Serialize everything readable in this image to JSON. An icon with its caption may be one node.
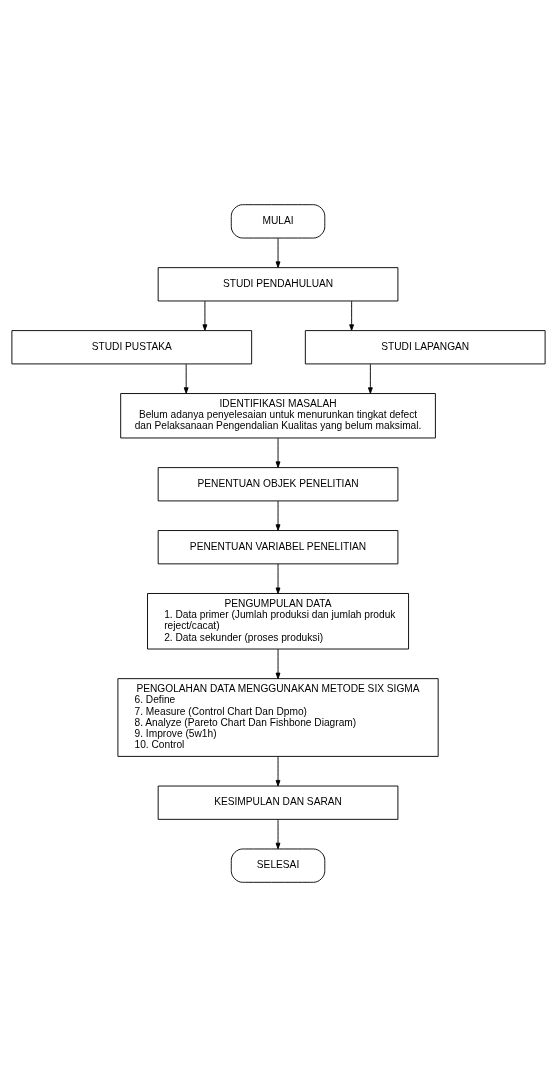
{
  "diagram": {
    "nodes": [
      {
        "text": [
          "MULAI"
        ]
      },
      {
        "text": [
          "STUDI PENDAHULUAN"
        ]
      },
      {
        "text": [
          "STUDI PUSTAKA"
        ]
      },
      {
        "text": [
          "STUDI LAPANGAN"
        ]
      },
      {
        "text": [
          "IDENTIFIKASI MASALAH",
          "Belum adanya penyelesaian untuk menurunkan tingkat defect dan Pelaksanaan Pengendalian Kualitas yang belum maksimal."
        ]
      },
      {
        "text": [
          "PENENTUAN OBJEK PENELITIAN"
        ]
      },
      {
        "text": [
          "PENENTUAN VARIABEL PENELITIAN"
        ]
      },
      {
        "text": [
          "PENGUMPULAN DATA",
          "1. Data primer (Jumlah produksi dan jumlah produk reject/cacat)",
          "2. Data sekunder (proses produksi)"
        ]
      },
      {
        "text": [
          "PENGOLAHAN DATA MENGGUNAKAN METODE SIX SIGMA",
          "6. Define",
          "7. Measure (Control Chart Dan Dpmo)",
          "8. Analyze (Pareto Chart Dan Fishbone Diagram)",
          "9. Improve (5w1h)",
          "10. Control"
        ]
      },
      {
        "text": [
          "KESIMPULAN DAN SARAN"
        ]
      },
      {
        "text": [
          "SELESAI"
        ]
      }
    ],
    "edges": [
      {
        "from": 0,
        "to": 1,
        "arrow": "to"
      },
      {
        "from": 1,
        "to": 2,
        "arrow": "to"
      },
      {
        "from": 1,
        "to": 3,
        "arrow": "to"
      },
      {
        "from": 2,
        "to": 4,
        "arrow": "to"
      },
      {
        "from": 3,
        "to": 4,
        "arrow": "to"
      },
      {
        "from": 4,
        "to": 5,
        "arrow": "to"
      },
      {
        "from": 5,
        "to": 6,
        "arrow": "to"
      },
      {
        "from": 6,
        "to": 7,
        "arrow": "to"
      },
      {
        "from": 7,
        "to": 8,
        "arrow": "to"
      },
      {
        "from": 8,
        "to": 9,
        "arrow": "to"
      },
      {
        "from": 9,
        "to": 10,
        "arrow": "to"
      }
    ]
  }
}
